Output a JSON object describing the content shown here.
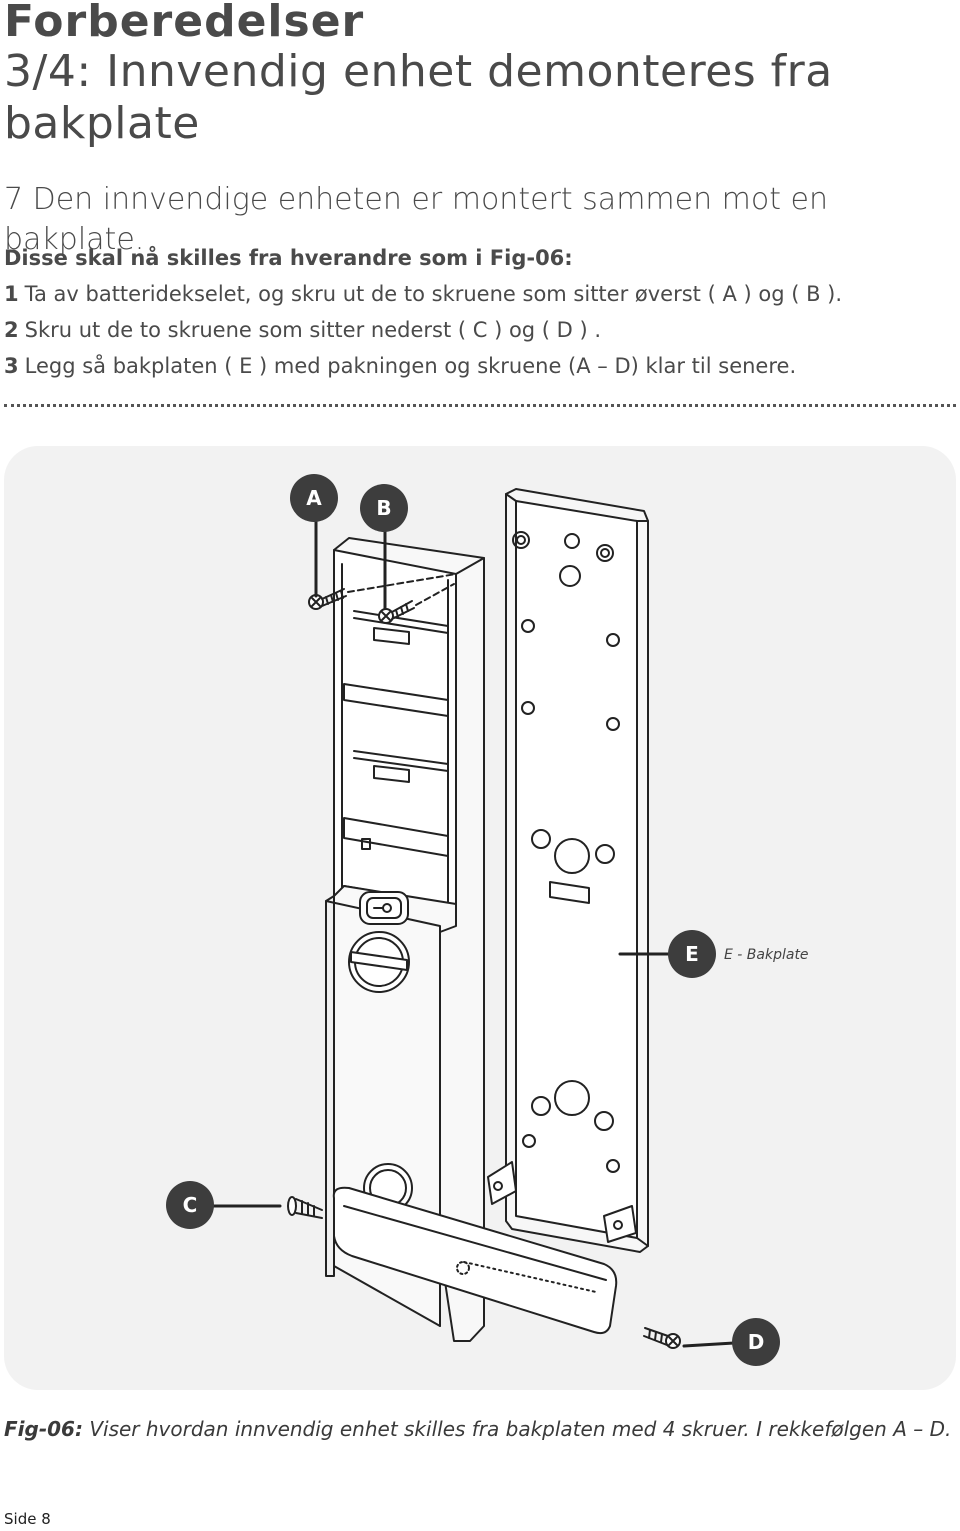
{
  "header": {
    "title": "Forberedelser",
    "subtitle": "3/4: Innvendig enhet demonteres fra bakplate"
  },
  "body": {
    "intro": "7 Den innvendige enheten er montert sammen mot en bakplate.",
    "lead": "Disse skal nå skilles fra hverandre som i Fig-06:",
    "steps": [
      {
        "num": "1",
        "text": "Ta av batteridekselet, og skru ut de to skruene som sitter øverst ( A ) og ( B )."
      },
      {
        "num": "2",
        "text": "Skru ut de to skruene som sitter nederst ( C ) og ( D ) ."
      },
      {
        "num": "3",
        "text": "Legg så bakplaten ( E ) med pakningen og skruene (A – D) klar til senere."
      }
    ]
  },
  "figure": {
    "callouts": {
      "a": "A",
      "b": "B",
      "c": "C",
      "d": "D",
      "e": "E"
    },
    "e_label": "E - Bakplate"
  },
  "caption": {
    "label": "Fig-06:",
    "text": "Viser hvordan innvendig enhet skilles fra bakplaten med 4 skruer. I rekkefølgen A – D."
  },
  "footer": {
    "page": "Side 8"
  },
  "colors": {
    "callout_fill": "#3d3d3d",
    "figure_bg": "#f2f2f2",
    "line": "#222222"
  }
}
